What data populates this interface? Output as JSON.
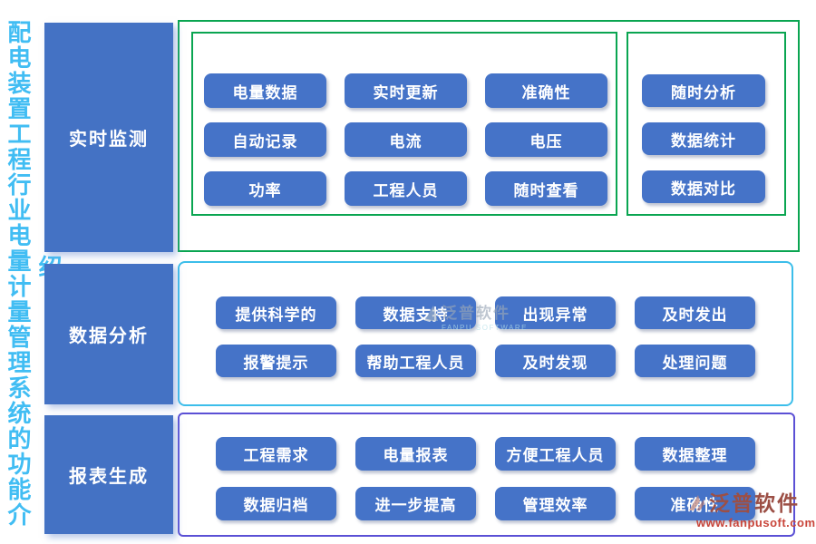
{
  "title": {
    "text": "配电装置工程行业电量计量管理系统的功能介",
    "overflow_char": "绍"
  },
  "sections": [
    {
      "label": "实时监测",
      "border_color": "#0aa551",
      "groups": [
        {
          "items": [
            "电量数据",
            "实时更新",
            "准确性",
            "自动记录",
            "电流",
            "电压",
            "功率",
            "工程人员",
            "随时查看"
          ]
        },
        {
          "items": [
            "随时分析",
            "数据统计",
            "数据对比"
          ]
        }
      ]
    },
    {
      "label": "数据分析",
      "border_color": "#3cbeea",
      "items": [
        "提供科学的",
        "数据支持",
        "出现异常",
        "及时发出",
        "报警提示",
        "帮助工程人员",
        "及时发现",
        "处理问题"
      ]
    },
    {
      "label": "报表生成",
      "border_color": "#5b50d5",
      "items": [
        "工程需求",
        "电量报表",
        "方便工程人员",
        "数据整理",
        "数据归档",
        "进一步提高",
        "管理效率",
        "准确性"
      ]
    }
  ],
  "watermark_center": {
    "name": "泛普软件",
    "subtitle": "FANPU SOFTWARE"
  },
  "watermark_corner": {
    "name": "泛普软件",
    "url": "www.fanpusoft.com"
  },
  "colors": {
    "node_blue": "#4573c8",
    "section_blue": "#4472c4",
    "title_blue": "#41bdf3",
    "border_green": "#0aa551",
    "border_cyan": "#3cbeea",
    "border_purple": "#5b50d5",
    "watermark_red": "#9c4f45",
    "url_red": "#c9453a"
  }
}
